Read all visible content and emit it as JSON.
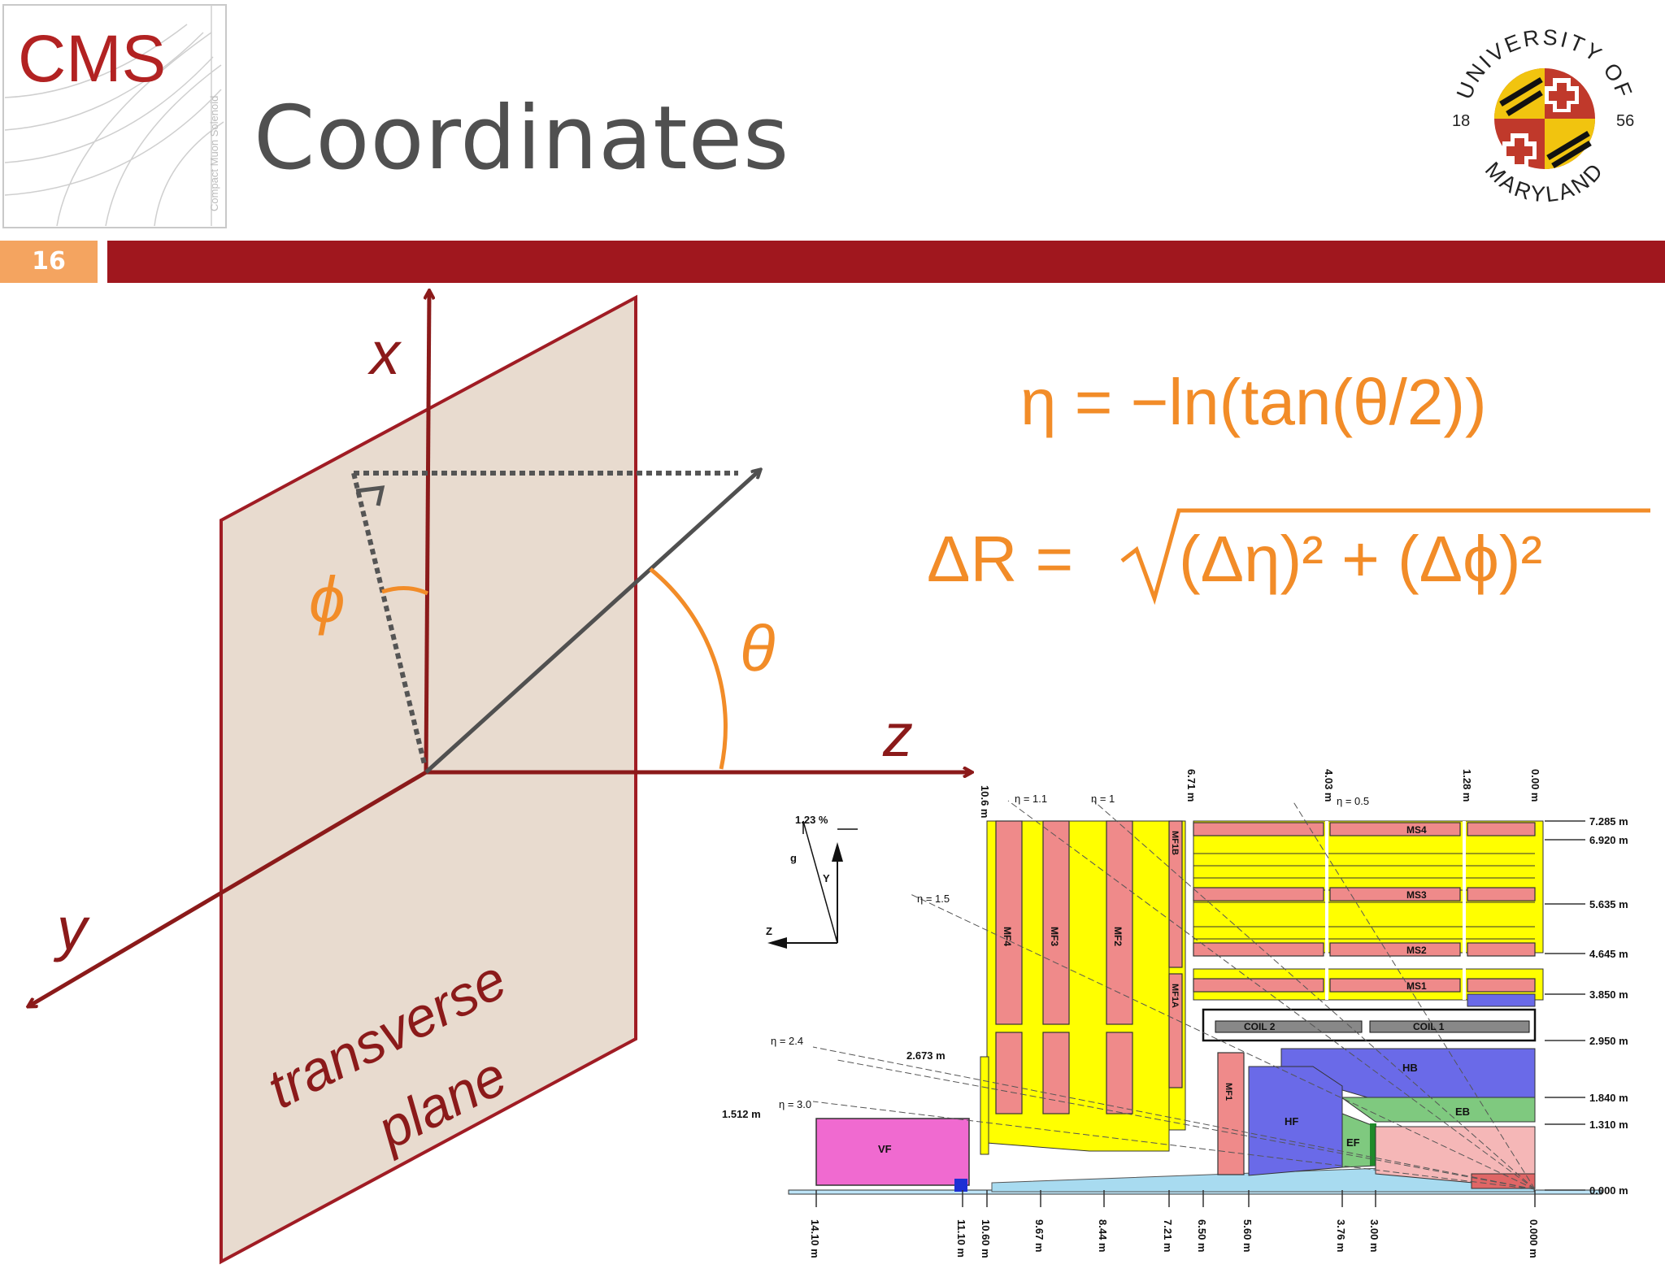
{
  "slide": {
    "logo_text": "CMS",
    "logo_subtitle": "Compact Muon Solenoid",
    "title": "Coordinates",
    "slide_number": "16",
    "umd_seal": {
      "top_text": "UNIVERSITY OF",
      "bottom_text": "MARYLAND",
      "year_left": "18",
      "year_right": "56"
    }
  },
  "diagram": {
    "axis_x": "x",
    "axis_y": "y",
    "axis_z": "z",
    "phi": "ϕ",
    "theta": "θ",
    "plane_label_1": "transverse",
    "plane_label_2": "plane"
  },
  "equations": {
    "eta": "η = −ln(tan(θ/2))",
    "delta_r_lhs": "ΔR = ",
    "delta_r_radicand": "(Δη)² + (Δϕ)²"
  },
  "detector": {
    "top_distances": [
      "10.6 m",
      "6.71 m",
      "4.03 m",
      "1.28 m",
      "0.00 m"
    ],
    "eta_lines": [
      "η = 1.1",
      "η = 1",
      "η = 0.5",
      "η = 1.5",
      "η = 2.4",
      "η = 3.0"
    ],
    "right_heights": [
      "7.285 m",
      "6.920 m",
      "5.635 m",
      "4.645 m",
      "3.850 m",
      "2.950 m",
      "1.840 m",
      "1.310 m",
      "0.000 m"
    ],
    "bottom_distances": [
      "14.10 m",
      "11.10 m",
      "10.60 m",
      "9.67 m",
      "8.44 m",
      "7.21 m",
      "6.50 m",
      "5.60 m",
      "3.76 m",
      "3.00 m",
      "0.000 m"
    ],
    "left_labels": [
      "2.673 m",
      "1.512 m"
    ],
    "angle_label": "1.23 %",
    "g_label": "g",
    "Y_label": "Y",
    "Z_label": "Z",
    "muon_stations": [
      "MS4",
      "MS3",
      "MS2",
      "MS1"
    ],
    "forward_stations": [
      "MF4",
      "MF3",
      "MF2",
      "MF1B",
      "MF1A",
      "MF1"
    ],
    "coils": [
      "COIL 2",
      "COIL 1"
    ],
    "calorimeters": [
      "HB",
      "EB",
      "HF",
      "EF",
      "VF"
    ]
  }
}
